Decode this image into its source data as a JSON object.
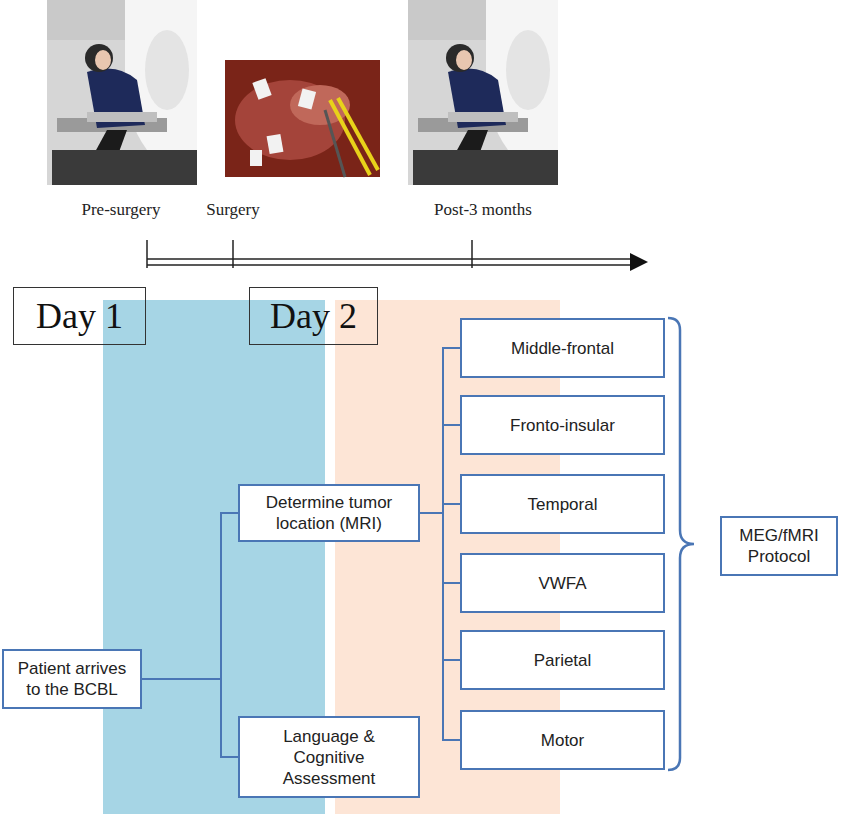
{
  "diagram": {
    "nodes": [
      {
        "text": [
          "Day 1"
        ]
      },
      {
        "text": [
          "Day 2"
        ]
      },
      {
        "text": [
          "Patient arrives to the BCBL"
        ]
      },
      {
        "text": [
          "Determine tumor location (MRI)"
        ]
      },
      {
        "text": [
          "Language & Cognitive Assessment"
        ]
      },
      {
        "text": [
          "Middle-frontal"
        ]
      },
      {
        "text": [
          "Fronto-insular"
        ]
      },
      {
        "text": [
          "Temporal"
        ]
      },
      {
        "text": [
          "VWFA"
        ]
      },
      {
        "text": [
          "Parietal"
        ]
      },
      {
        "text": [
          "Motor"
        ]
      },
      {
        "text": [
          "MEG/fMRI Protocol"
        ]
      }
    ],
    "edges": [
      {
        "from": 2,
        "to": 3,
        "arrow": "none"
      },
      {
        "from": 2,
        "to": 4,
        "arrow": "none"
      },
      {
        "from": 3,
        "to": 5,
        "arrow": "none"
      },
      {
        "from": 3,
        "to": 6,
        "arrow": "none"
      },
      {
        "from": 3,
        "to": 7,
        "arrow": "none"
      },
      {
        "from": 3,
        "to": 8,
        "arrow": "none"
      },
      {
        "from": 3,
        "to": 9,
        "arrow": "none"
      },
      {
        "from": 3,
        "to": 10,
        "arrow": "none"
      }
    ],
    "labels": [
      "Pre-surgery",
      "Surgery",
      "Post-3 months"
    ]
  }
}
